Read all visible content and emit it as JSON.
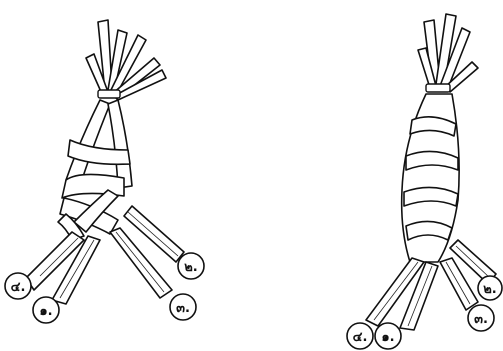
{
  "labels": {
    "left": [
      "๔.",
      "๑.",
      "๓.",
      "๒."
    ],
    "right": [
      "๔.",
      "๑.",
      "๓.",
      "๒."
    ]
  }
}
